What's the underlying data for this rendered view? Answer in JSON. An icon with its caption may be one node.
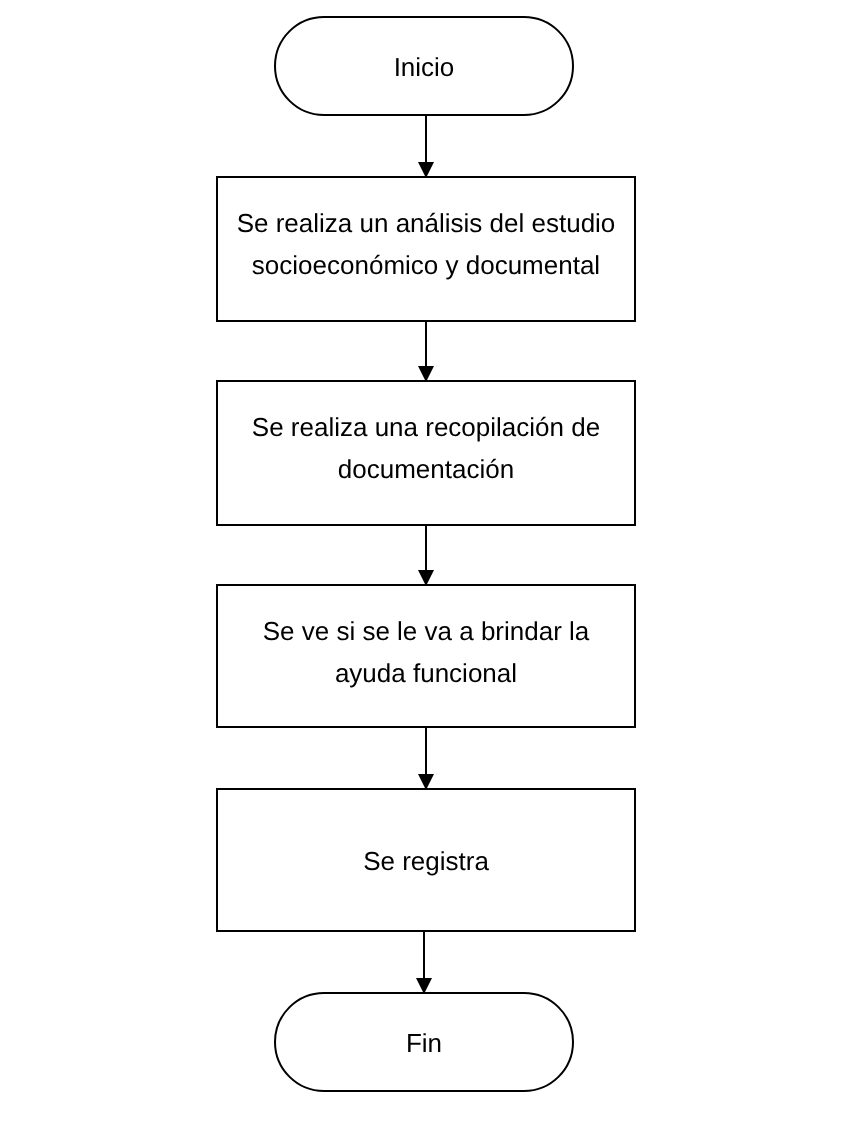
{
  "diagram": {
    "nodes": [
      {
        "text": [
          "Inicio"
        ]
      },
      {
        "text": [
          "Se realiza un análisis del estudio socioeconómico y documental"
        ]
      },
      {
        "text": [
          "Se realiza una recopilación de documentación"
        ]
      },
      {
        "text": [
          "Se ve si se le va a brindar la ayuda funcional"
        ]
      },
      {
        "text": [
          "Se registra"
        ]
      },
      {
        "text": [
          "Fin"
        ]
      }
    ],
    "edges": [
      {
        "from": 0,
        "to": 1,
        "arrow": "to"
      },
      {
        "from": 1,
        "to": 2,
        "arrow": "to"
      },
      {
        "from": 2,
        "to": 3,
        "arrow": "to"
      },
      {
        "from": 3,
        "to": 4,
        "arrow": "to"
      },
      {
        "from": 4,
        "to": 5,
        "arrow": "to"
      }
    ]
  }
}
